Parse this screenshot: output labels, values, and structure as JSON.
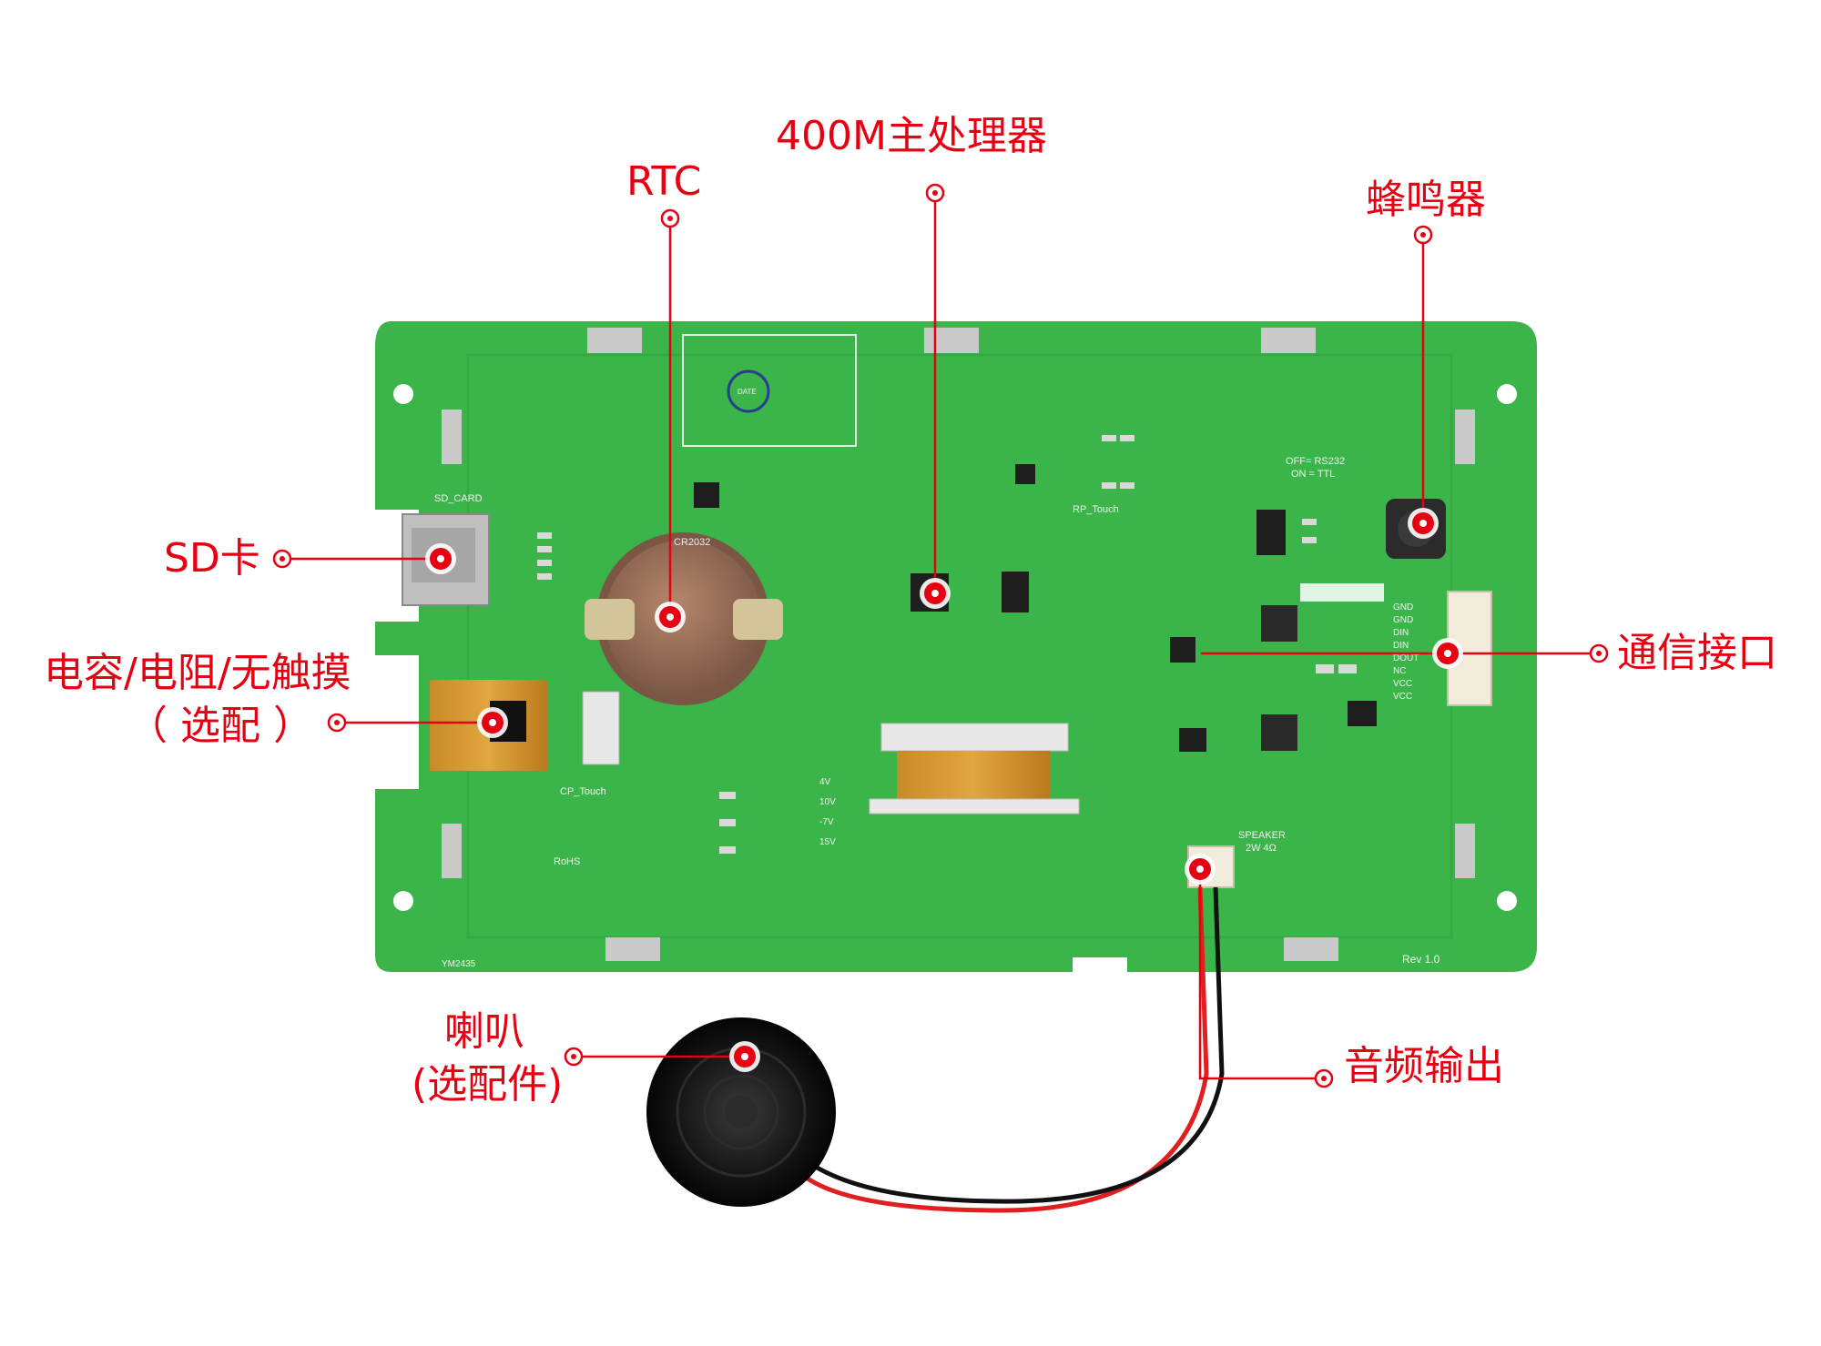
{
  "callouts": {
    "processor": "400M主处理器",
    "rtc": "RTC",
    "buzzer": "蜂鸣器",
    "sd_card": "SD卡",
    "touch_line1": "电容/电阻/无触摸",
    "touch_line2": "（ 选配 ）",
    "comm_interface": "通信接口",
    "speaker_line1": "喇叭",
    "speaker_line2": "(选配件)",
    "audio_output": "音频输出"
  },
  "silkscreen": {
    "sd_card": "SD_CARD",
    "cr2032": "CR2032",
    "cp_touch": "CP_Touch",
    "rp_touch": "RP_Touch",
    "j5_note1": "OFF= RS232",
    "j5_note2": "ON = TTL",
    "speaker": "SPEAKER",
    "speaker_spec": "2W 4Ω",
    "rev": "Rev 1.0",
    "rohs": "RoHS",
    "board_code": "YM2435",
    "j4_pins": [
      "GND",
      "GND",
      "DIN",
      "DIN",
      "DOUT",
      "NC",
      "VCC",
      "VCC"
    ],
    "voltages": [
      "4V",
      "10V",
      "-7V",
      "15V"
    ],
    "date_stamp": "DATE"
  },
  "colors": {
    "accent_red": "#e60012",
    "pcb_green": "#3bb54a",
    "pcb_green_dark": "#2fa03e"
  }
}
